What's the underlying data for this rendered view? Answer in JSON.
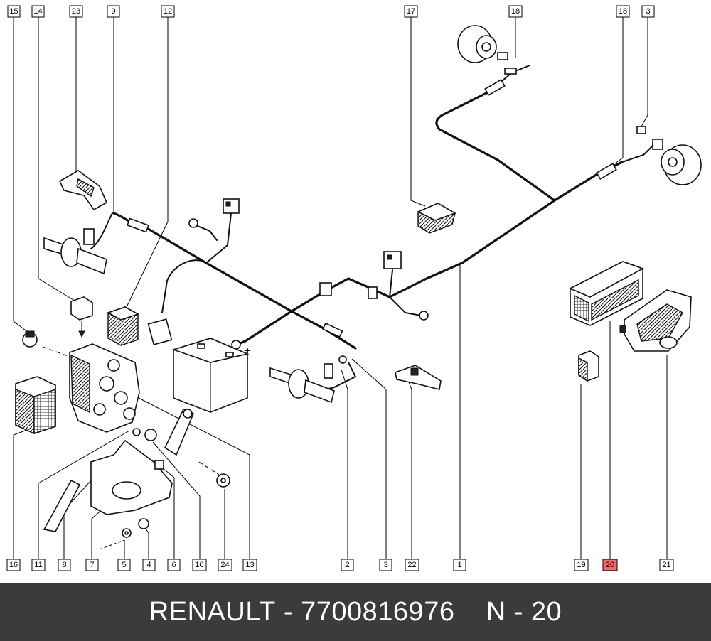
{
  "labels": {
    "top": [
      "15",
      "14",
      "23",
      "9",
      "12",
      "17",
      "18",
      "18",
      "3"
    ],
    "bottom": [
      "16",
      "11",
      "8",
      "7",
      "5",
      "4",
      "6",
      "10",
      "24",
      "13",
      "2",
      "3",
      "22",
      "1",
      "19",
      "20",
      "21"
    ]
  },
  "highlighted_label": "20",
  "banner": {
    "brand": "RENAULT",
    "separator": " - ",
    "part_number": "7700816976",
    "position_prefix": "N - ",
    "position": "20"
  },
  "battery_symbol": "+",
  "colors": {
    "banner_bg": "#3b3b3b",
    "banner_text": "#ffffff",
    "highlight": "#f26b6b",
    "line": "#111111"
  }
}
